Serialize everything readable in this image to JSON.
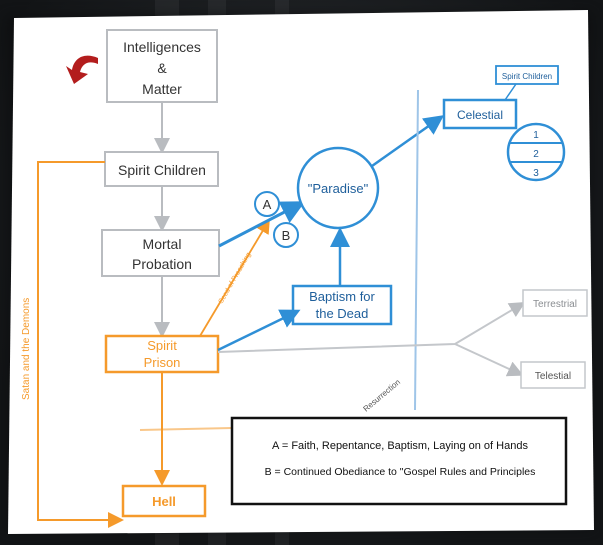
{
  "nodes": {
    "intelligences": [
      "Intelligences",
      "&",
      "Matter"
    ],
    "spirit_children": "Spirit Children",
    "mortal_probation": [
      "Mortal",
      "Probation"
    ],
    "spirit_prison": [
      "Spirit",
      "Prison"
    ],
    "hell": "Hell",
    "paradise": "\"Paradise\"",
    "baptism_dead": [
      "Baptism for",
      "the Dead"
    ],
    "celestial": "Celestial",
    "celestial_tag": "Spirit Children",
    "degrees": [
      "1",
      "2",
      "3"
    ],
    "terrestrial": "Terrestrial",
    "telestial": "Telestial",
    "marker_a": "A",
    "marker_b": "B"
  },
  "edge_labels": {
    "satan": "Satan and the Demons",
    "resurrection": "Resurrection",
    "prison_path": "Seed of Preaching"
  },
  "legend": {
    "line_a": "A = Faith, Repentance, Baptism, Laying on of Hands",
    "line_b": "B = Continued Obediance to \"Gospel Rules and Principles"
  },
  "colors": {
    "blue": "#2f8fd6",
    "orange": "#f59a2b",
    "gray": "#b9bcc0",
    "red_arrow": "#b31d1d"
  },
  "icons": {
    "pointer": "red-curved-arrow-icon"
  }
}
